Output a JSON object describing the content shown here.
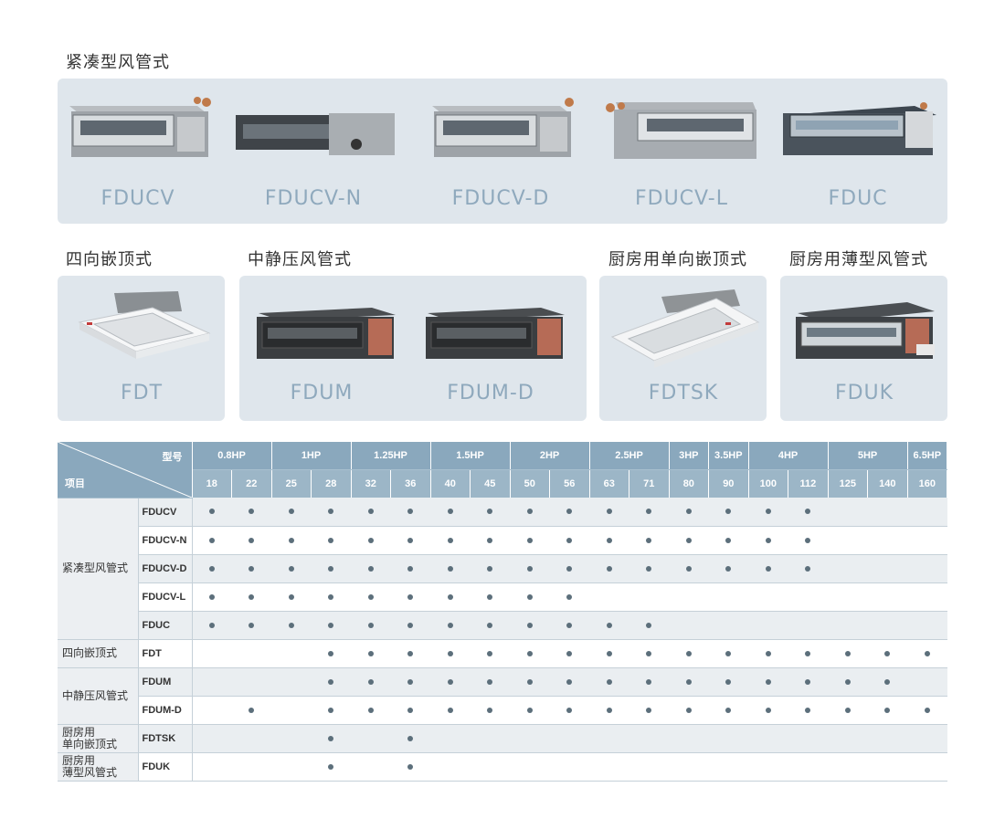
{
  "sections": {
    "compact_duct": "紧凑型风管式",
    "four_way": "四向嵌顶式",
    "mid_static": "中静压风管式",
    "kitchen_single": "厨房用单向嵌顶式",
    "kitchen_thin": "厨房用薄型风管式"
  },
  "row1_models": [
    "FDUCV",
    "FDUCV-N",
    "FDUCV-D",
    "FDUCV-L",
    "FDUC"
  ],
  "row2_models": {
    "fdt": "FDT",
    "fdum": "FDUM",
    "fdumd": "FDUM-D",
    "fdtsk": "FDTSK",
    "fduk": "FDUK"
  },
  "table": {
    "corner_top": "型号",
    "corner_bottom": "项目",
    "hp_groups": [
      {
        "label": "0.8HP",
        "span": 2
      },
      {
        "label": "1HP",
        "span": 2
      },
      {
        "label": "1.25HP",
        "span": 2
      },
      {
        "label": "1.5HP",
        "span": 2
      },
      {
        "label": "2HP",
        "span": 2
      },
      {
        "label": "2.5HP",
        "span": 2
      },
      {
        "label": "3HP",
        "span": 1
      },
      {
        "label": "3.5HP",
        "span": 1
      },
      {
        "label": "4HP",
        "span": 2
      },
      {
        "label": "5HP",
        "span": 2
      },
      {
        "label": "6.5HP",
        "span": 1
      }
    ],
    "capacities": [
      "18",
      "22",
      "25",
      "28",
      "32",
      "36",
      "40",
      "45",
      "50",
      "56",
      "63",
      "71",
      "80",
      "90",
      "100",
      "112",
      "125",
      "140",
      "160"
    ],
    "categories": [
      {
        "name": "紧凑型风管式",
        "rows": [
          {
            "model": "FDUCV",
            "avail": [
              1,
              1,
              1,
              1,
              1,
              1,
              1,
              1,
              1,
              1,
              1,
              1,
              1,
              1,
              1,
              1,
              0,
              0,
              0
            ]
          },
          {
            "model": "FDUCV-N",
            "avail": [
              1,
              1,
              1,
              1,
              1,
              1,
              1,
              1,
              1,
              1,
              1,
              1,
              1,
              1,
              1,
              1,
              0,
              0,
              0
            ]
          },
          {
            "model": "FDUCV-D",
            "avail": [
              1,
              1,
              1,
              1,
              1,
              1,
              1,
              1,
              1,
              1,
              1,
              1,
              1,
              1,
              1,
              1,
              0,
              0,
              0
            ]
          },
          {
            "model": "FDUCV-L",
            "avail": [
              1,
              1,
              1,
              1,
              1,
              1,
              1,
              1,
              1,
              1,
              0,
              0,
              0,
              0,
              0,
              0,
              0,
              0,
              0
            ]
          },
          {
            "model": "FDUC",
            "avail": [
              1,
              1,
              1,
              1,
              1,
              1,
              1,
              1,
              1,
              1,
              1,
              1,
              0,
              0,
              0,
              0,
              0,
              0,
              0
            ]
          }
        ]
      },
      {
        "name": "四向嵌顶式",
        "rows": [
          {
            "model": "FDT",
            "avail": [
              0,
              0,
              0,
              1,
              1,
              1,
              1,
              1,
              1,
              1,
              1,
              1,
              1,
              1,
              1,
              1,
              1,
              1,
              1
            ]
          }
        ]
      },
      {
        "name": "中静压风管式",
        "rows": [
          {
            "model": "FDUM",
            "avail": [
              0,
              0,
              0,
              1,
              1,
              1,
              1,
              1,
              1,
              1,
              1,
              1,
              1,
              1,
              1,
              1,
              1,
              1,
              0
            ]
          },
          {
            "model": "FDUM-D",
            "avail": [
              0,
              1,
              0,
              1,
              1,
              1,
              1,
              1,
              1,
              1,
              1,
              1,
              1,
              1,
              1,
              1,
              1,
              1,
              1
            ]
          }
        ]
      },
      {
        "name": "厨房用\n单向嵌顶式",
        "rows": [
          {
            "model": "FDTSK",
            "avail": [
              0,
              0,
              0,
              1,
              0,
              1,
              0,
              0,
              0,
              0,
              0,
              0,
              0,
              0,
              0,
              0,
              0,
              0,
              0
            ]
          }
        ]
      },
      {
        "name": "厨房用\n薄型风管式",
        "rows": [
          {
            "model": "FDUK",
            "avail": [
              0,
              0,
              0,
              1,
              0,
              1,
              0,
              0,
              0,
              0,
              0,
              0,
              0,
              0,
              0,
              0,
              0,
              0,
              0
            ]
          }
        ]
      }
    ],
    "bullet": "●"
  }
}
